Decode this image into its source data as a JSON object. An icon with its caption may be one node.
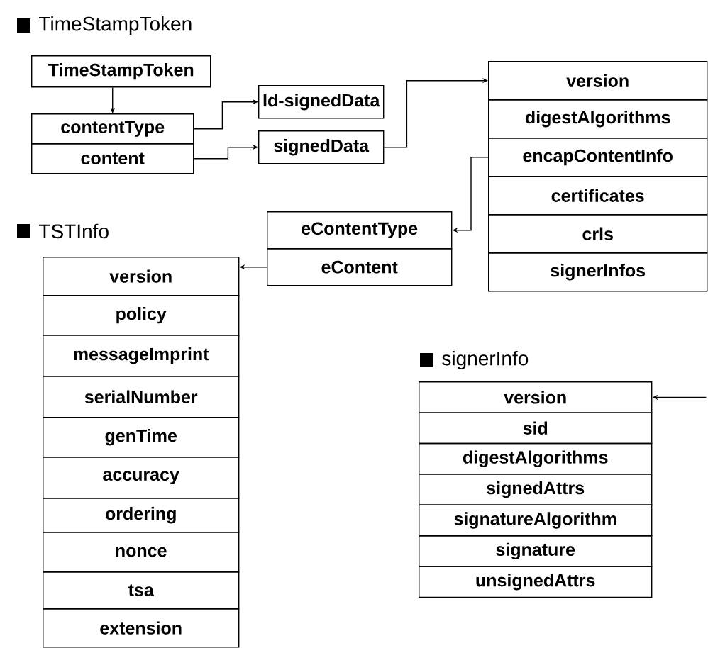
{
  "diagram": {
    "nodes": [
      {
        "text": [
          "TimeStampToken"
        ]
      },
      {
        "text": [
          "contentType"
        ]
      },
      {
        "text": [
          "content"
        ]
      },
      {
        "text": [
          "Id-signedData"
        ]
      },
      {
        "text": [
          "signedData"
        ]
      },
      {
        "text": [
          "version"
        ]
      },
      {
        "text": [
          "digestAlgorithms"
        ]
      },
      {
        "text": [
          "encapContentInfo"
        ]
      },
      {
        "text": [
          "certificates"
        ]
      },
      {
        "text": [
          "crls"
        ]
      },
      {
        "text": [
          "signerInfos"
        ]
      },
      {
        "text": [
          "eContentType"
        ]
      },
      {
        "text": [
          "eContent"
        ]
      },
      {
        "text": [
          "version"
        ]
      },
      {
        "text": [
          "policy"
        ]
      },
      {
        "text": [
          "messageImprint"
        ]
      },
      {
        "text": [
          "serialNumber"
        ]
      },
      {
        "text": [
          "genTime"
        ]
      },
      {
        "text": [
          "accuracy"
        ]
      },
      {
        "text": [
          "ordering"
        ]
      },
      {
        "text": [
          "nonce"
        ]
      },
      {
        "text": [
          "tsa"
        ]
      },
      {
        "text": [
          "extension"
        ]
      },
      {
        "text": [
          "version"
        ]
      },
      {
        "text": [
          "sid"
        ]
      },
      {
        "text": [
          "digestAlgorithms"
        ]
      },
      {
        "text": [
          "signedAttrs"
        ]
      },
      {
        "text": [
          "signatureAlgorithm"
        ]
      },
      {
        "text": [
          "signature"
        ]
      },
      {
        "text": [
          "unsignedAttrs"
        ]
      }
    ],
    "edges": [
      {
        "from": 0,
        "to": 1,
        "arrow": "to"
      },
      {
        "from": 1,
        "to": 3,
        "arrow": "to"
      },
      {
        "from": 2,
        "to": 4,
        "arrow": "to"
      },
      {
        "from": 4,
        "to": 5,
        "arrow": "to"
      },
      {
        "from": 7,
        "to": 11,
        "arrow": "to"
      },
      {
        "from": 12,
        "to": 13,
        "arrow": "to"
      },
      {
        "from": null,
        "to": 23,
        "arrow": "to"
      }
    ],
    "labels": [
      "TimeStampToken",
      "TSTInfo",
      "signerInfo"
    ]
  }
}
